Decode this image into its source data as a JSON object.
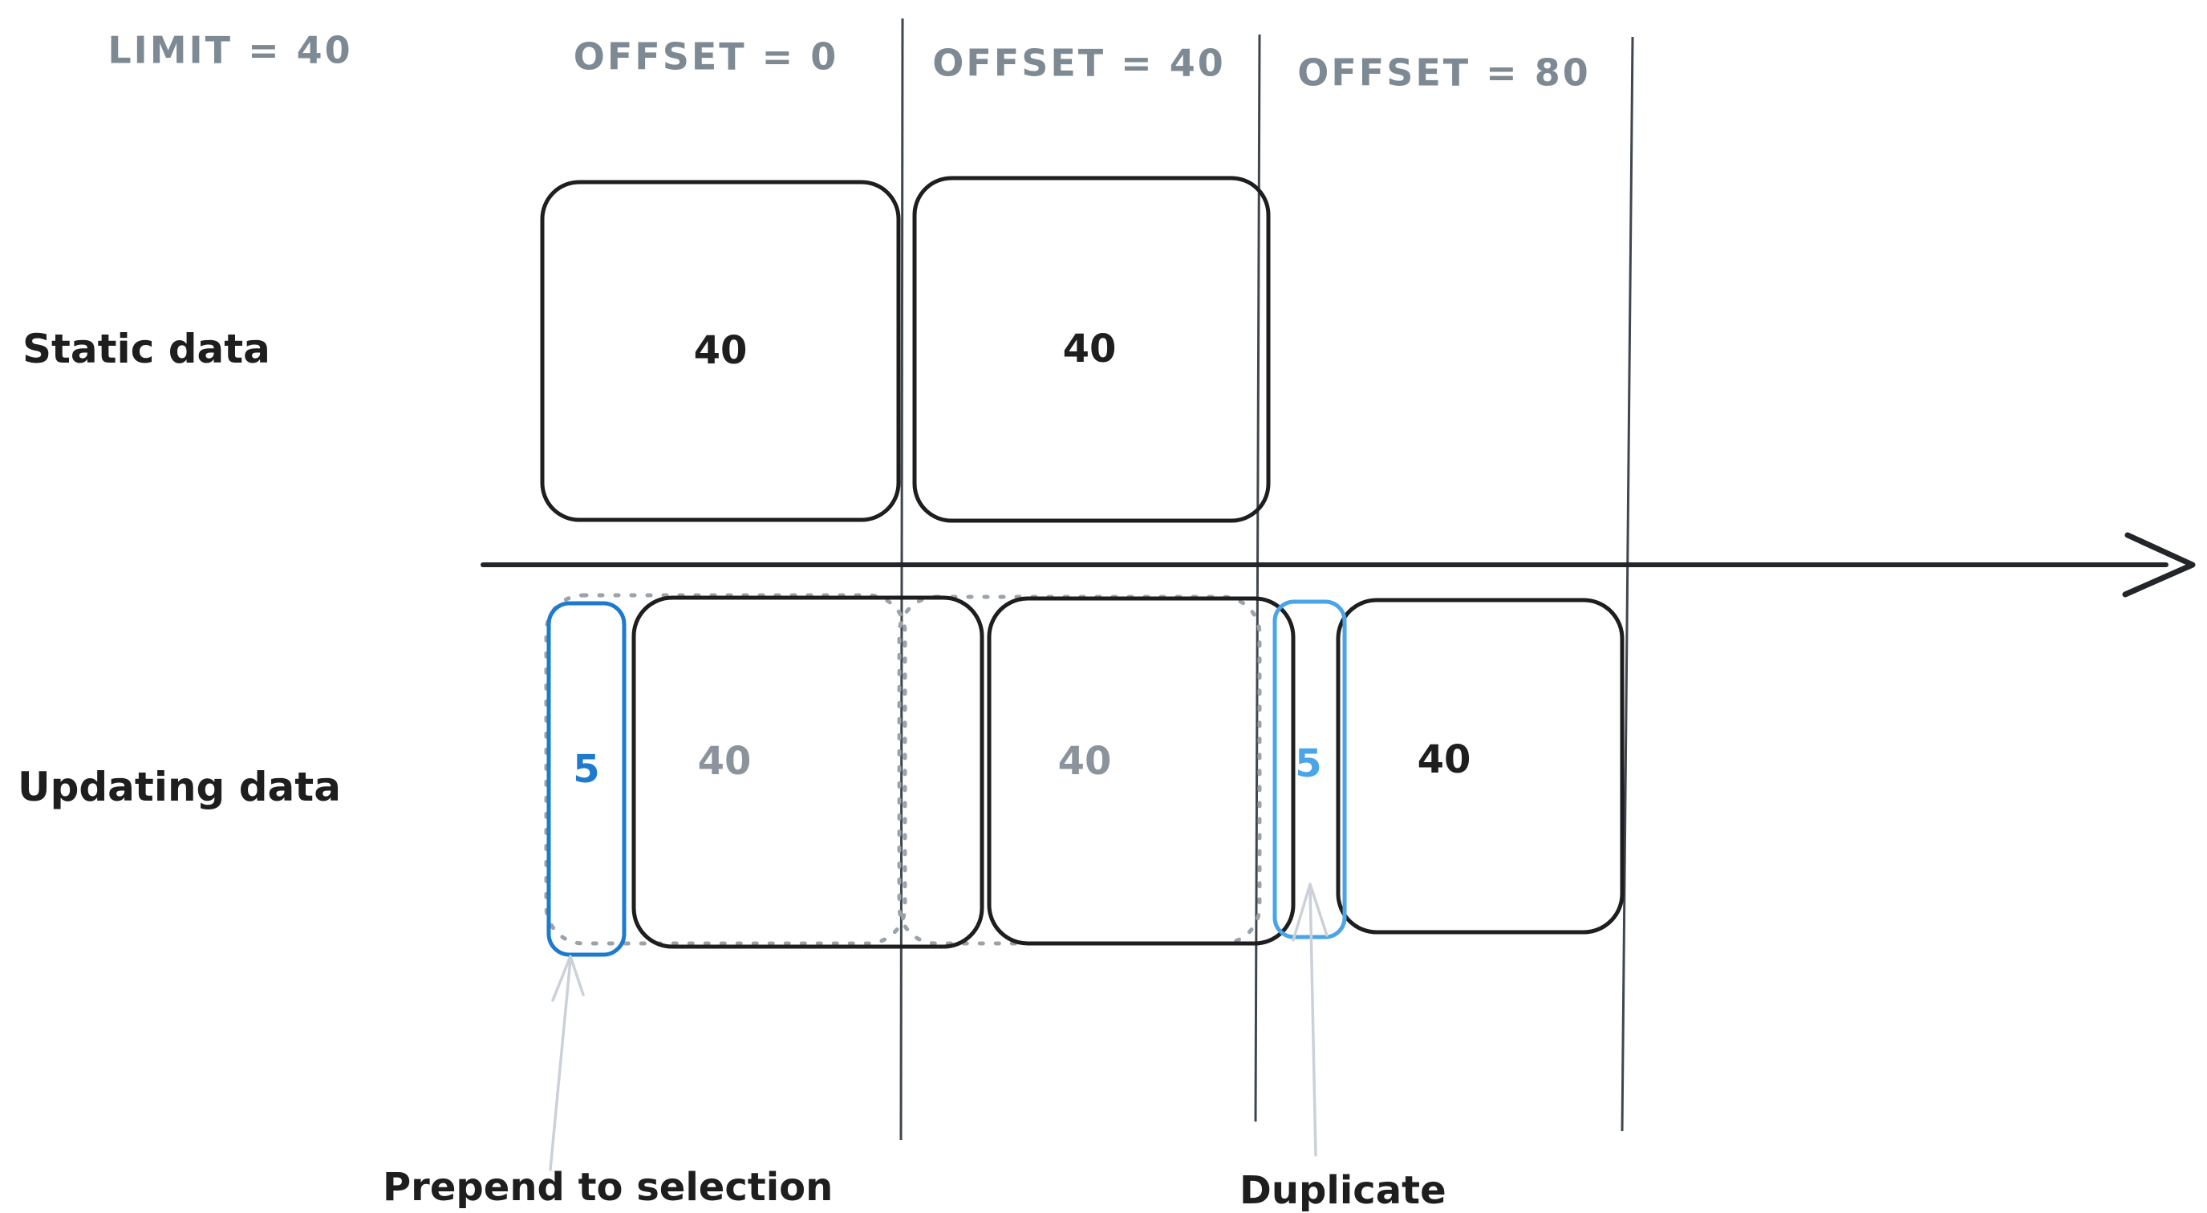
{
  "colors": {
    "background": "#ffffff",
    "ink": "#1e1e1e",
    "muted_header": "#7e8a93",
    "muted_value": "#8b949d",
    "divider": "#3f464d",
    "dashed_outline": "#9aa3ab",
    "accent_blue": "#1e7ace",
    "accent_blue_light": "#4aa4e8",
    "annotation_arrow": "#cbd1d8"
  },
  "headers": {
    "limit": "LIMIT = 40",
    "offset_0": "OFFSET = 0",
    "offset_40": "OFFSET = 40",
    "offset_80": "OFFSET = 80"
  },
  "rows": {
    "static": {
      "label": "Static data",
      "pages": [
        {
          "value": "40"
        },
        {
          "value": "40"
        }
      ]
    },
    "updating": {
      "label": "Updating data",
      "prepended": {
        "value": "5"
      },
      "pages": [
        {
          "value": "40"
        },
        {
          "value": "40"
        },
        {
          "value": "40"
        }
      ],
      "duplicate": {
        "value": "5"
      }
    }
  },
  "annotations": {
    "prepend": {
      "label": "Prepend to selection"
    },
    "duplicate": {
      "label": "Duplicate"
    }
  }
}
